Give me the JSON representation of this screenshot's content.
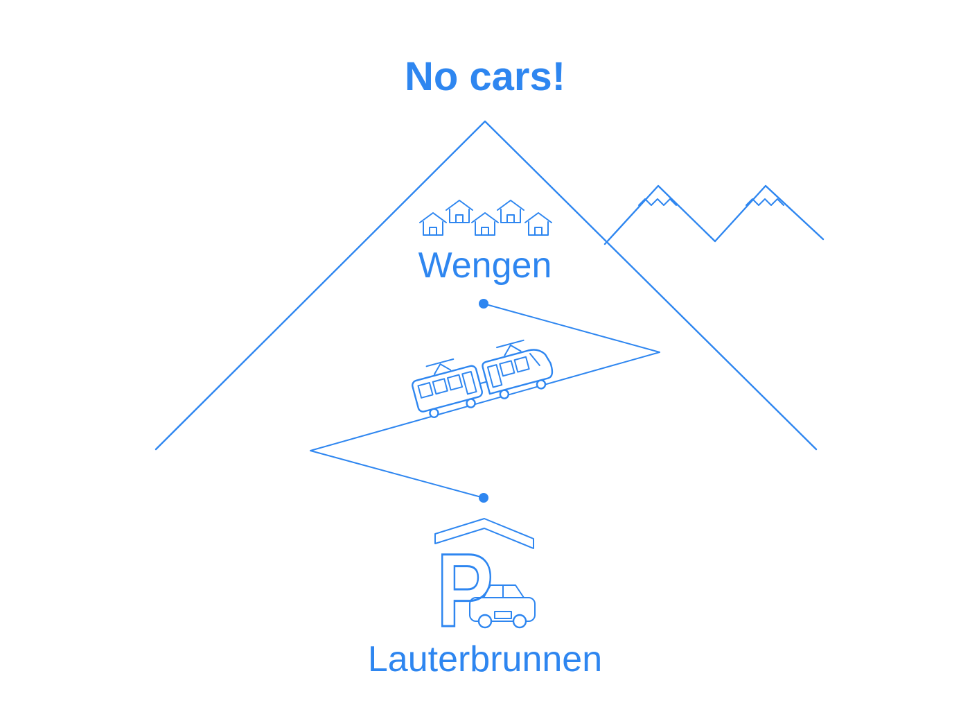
{
  "title": "No cars!",
  "villages": {
    "upper": "Wengen",
    "lower": "Lauterbrunnen"
  },
  "parking_symbol": "P",
  "colors": {
    "line": "#2E86F0",
    "background": "#FFFFFF"
  },
  "icons": {
    "houses": "house-icon",
    "peaks": "snowy-mountain-peaks-icon",
    "train": "cog-railway-train-icon",
    "garage_roof": "garage-roof-icon",
    "parking": "parking-p-icon",
    "car": "car-icon",
    "station_markers": "station-dot"
  }
}
